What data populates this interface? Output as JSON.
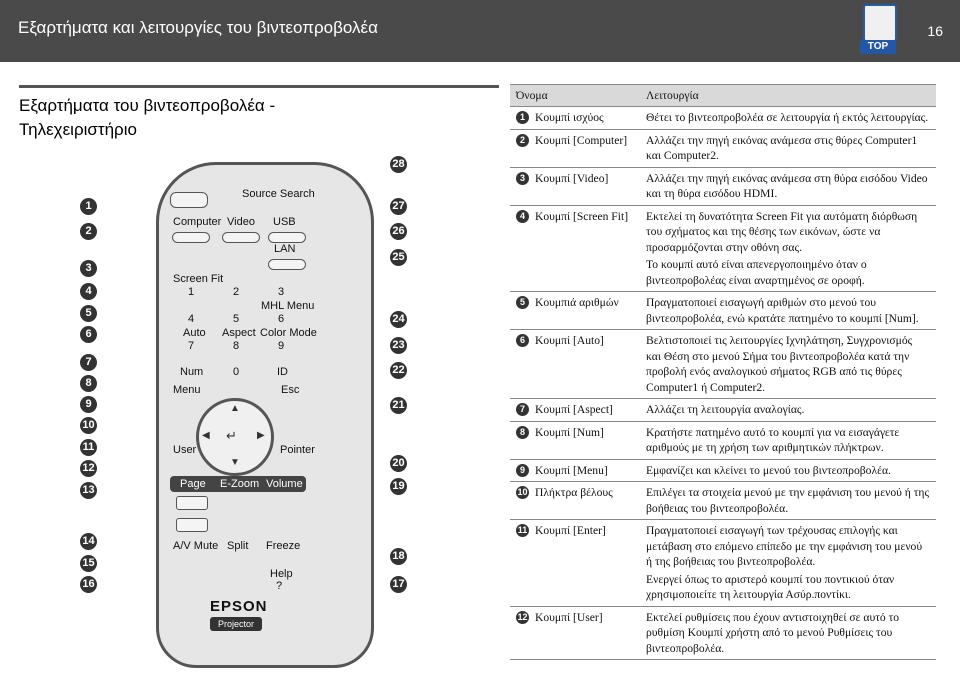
{
  "header": {
    "title": "Εξαρτήματα και λειτουργίες του βιντεοπροβολέα",
    "page_number": "16",
    "top_label": "TOP"
  },
  "section": {
    "title_line1": "Εξαρτήματα του βιντεοπροβολέα -",
    "title_line2": "Τηλεχειριστήριο"
  },
  "remote": {
    "labels": {
      "source_search": "Source Search",
      "computer": "Computer",
      "video": "Video",
      "usb": "USB",
      "lan": "LAN",
      "screen_fit": "Screen Fit",
      "n1": "1",
      "n2": "2",
      "n3": "3",
      "mhl_menu": "MHL Menu",
      "n4": "4",
      "n5": "5",
      "n6": "6",
      "auto": "Auto",
      "aspect": "Aspect",
      "color_mode": "Color Mode",
      "n7": "7",
      "n8": "8",
      "n9": "9",
      "num": "Num",
      "n0": "0",
      "id": "ID",
      "menu": "Menu",
      "esc": "Esc",
      "user": "User",
      "pointer": "Pointer",
      "page": "Page",
      "ezoom": "E-Zoom",
      "volume": "Volume",
      "av_mute": "A/V Mute",
      "split": "Split",
      "freeze": "Freeze",
      "help": "Help",
      "help_q": "?",
      "epson": "EPSON",
      "projector": "Projector"
    },
    "callouts_left": [
      "1",
      "2",
      "3",
      "4",
      "5",
      "6",
      "7",
      "8",
      "9",
      "10",
      "11",
      "12",
      "13",
      "14",
      "15",
      "16"
    ],
    "callouts_right": [
      "28",
      "27",
      "26",
      "25",
      "24",
      "23",
      "22",
      "21",
      "20",
      "19",
      "18",
      "17"
    ]
  },
  "table": {
    "headers": {
      "name": "Όνομα",
      "function": "Λειτουργία"
    },
    "rows": [
      {
        "no": "1",
        "name": "Κουμπί ισχύος",
        "func": [
          "Θέτει το βιντεοπροβολέα σε λειτουργία ή εκτός λειτουργίας."
        ]
      },
      {
        "no": "2",
        "name": "Κουμπί [Computer]",
        "func": [
          "Αλλάζει την πηγή εικόνας ανάμεσα στις θύρες Computer1 και Computer2."
        ]
      },
      {
        "no": "3",
        "name": "Κουμπί [Video]",
        "func": [
          "Αλλάζει την πηγή εικόνας ανάμεσα στη θύρα εισόδου Video και τη θύρα εισόδου HDMI."
        ]
      },
      {
        "no": "4",
        "name": "Κουμπί [Screen Fit]",
        "func": [
          "Εκτελεί τη δυνατότητα Screen Fit για αυτόματη διόρθωση του σχήματος και της θέσης των εικόνων, ώστε να προσαρμόζονται στην οθόνη σας.",
          "Το κουμπί αυτό είναι απενεργοποιημένο όταν ο βιντεοπροβολέας είναι αναρτημένος σε οροφή."
        ]
      },
      {
        "no": "5",
        "name": "Κουμπιά αριθμών",
        "func": [
          "Πραγματοποιεί εισαγωγή αριθμών στο μενού του βιντεοπροβολέα, ενώ κρατάτε πατημένο το κουμπί [Num]."
        ]
      },
      {
        "no": "6",
        "name": "Κουμπί [Auto]",
        "func": [
          "Βελτιστοποιεί τις λειτουργίες Ιχνηλάτηση, Συγχρονισμός και Θέση στο μενού Σήμα του βιντεοπροβολέα κατά την προβολή ενός αναλογικού σήματος RGB από τις θύρες Computer1 ή Computer2."
        ]
      },
      {
        "no": "7",
        "name": "Κουμπί [Aspect]",
        "func": [
          "Αλλάζει τη λειτουργία αναλογίας."
        ]
      },
      {
        "no": "8",
        "name": "Κουμπί [Num]",
        "func": [
          "Κρατήστε πατημένο αυτό το κουμπί για να εισαγάγετε αριθμούς με τη χρήση των αριθμητικών πλήκτρων."
        ]
      },
      {
        "no": "9",
        "name": "Κουμπί [Menu]",
        "func": [
          "Εμφανίζει και κλείνει το μενού του βιντεοπροβολέα."
        ]
      },
      {
        "no": "10",
        "name": "Πλήκτρα βέλους",
        "func": [
          "Επιλέγει τα στοιχεία μενού με την εμφάνιση του μενού ή της βοήθειας του βιντεοπροβολέα."
        ]
      },
      {
        "no": "11",
        "name": "Κουμπί [Enter]",
        "func": [
          "Πραγματοποιεί εισαγωγή των τρέχουσας επιλογής και μετάβαση στο επόμενο επίπεδο με την εμφάνιση του μενού ή της βοήθειας του βιντεοπροβολέα.",
          "Ενεργεί όπως το αριστερό κουμπί του ποντικιού όταν χρησιμοποιείτε τη λειτουργία Ασύρ.ποντίκι."
        ]
      },
      {
        "no": "12",
        "name": "Κουμπί [User]",
        "func": [
          "Εκτελεί ρυθμίσεις που έχουν αντιστοιχηθεί σε αυτό το ρυθμίση Κουμπί χρήστη από το μενού Ρυθμίσεις του βιντεοπροβολέα."
        ]
      }
    ]
  }
}
